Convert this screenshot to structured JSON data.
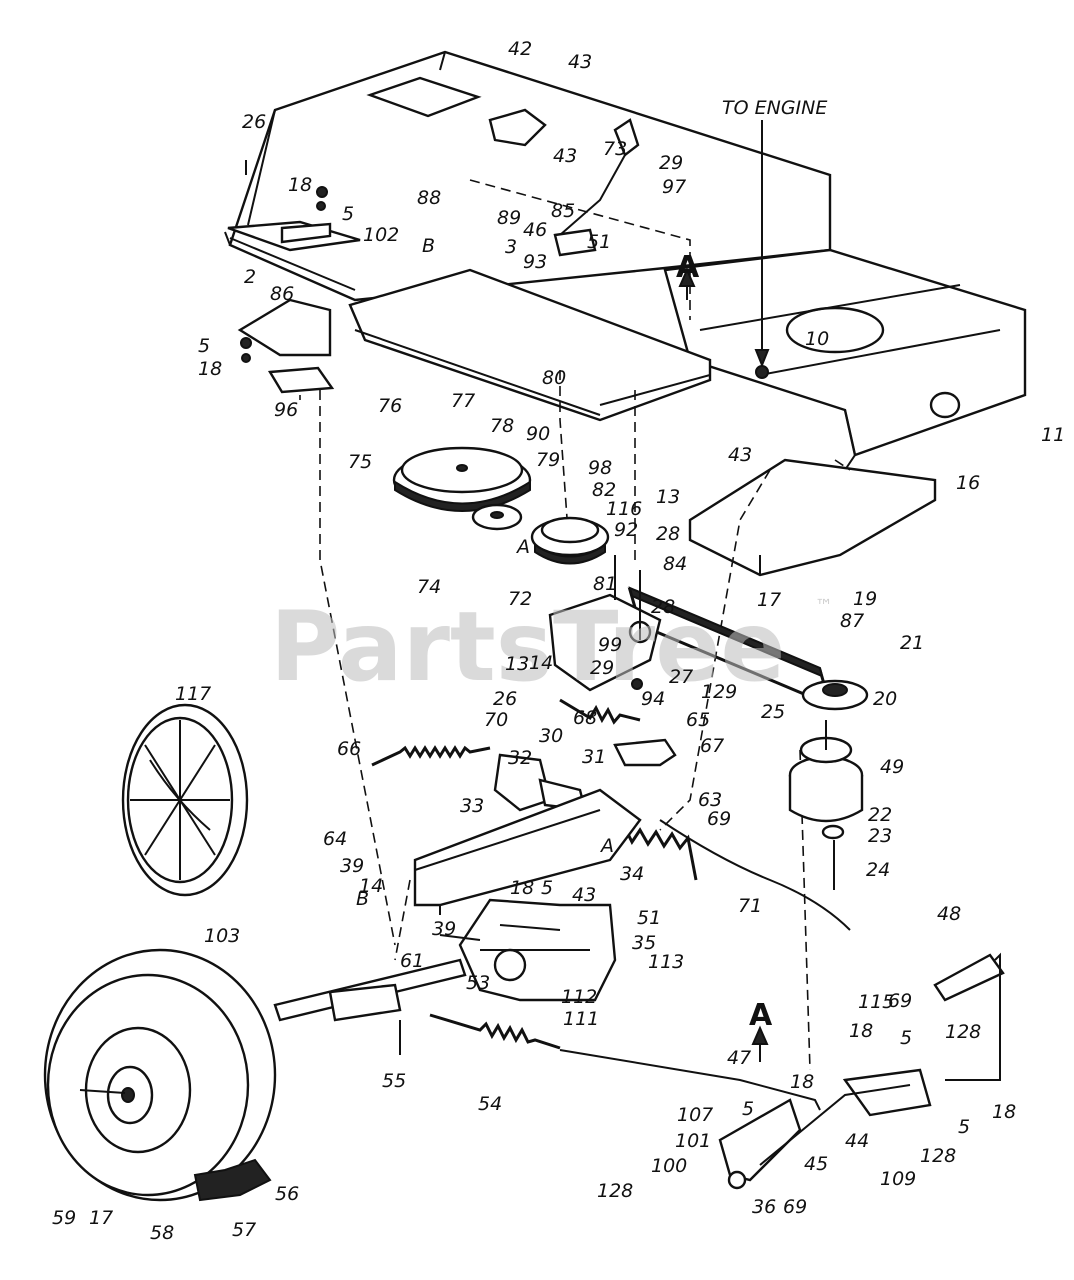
{
  "diagram": {
    "watermark": "PartsTree",
    "watermark_mark": "™",
    "annotation_to_engine": "TO ENGINE",
    "marker_a": "A",
    "labels": [
      {
        "id": "l42a",
        "text": "42"
      },
      {
        "id": "l43a",
        "text": "43"
      },
      {
        "id": "l26a",
        "text": "26"
      },
      {
        "id": "l73",
        "text": "73"
      },
      {
        "id": "l43b",
        "text": "43"
      },
      {
        "id": "l29a",
        "text": "29"
      },
      {
        "id": "l97",
        "text": "97"
      },
      {
        "id": "l88",
        "text": "88"
      },
      {
        "id": "l18a",
        "text": "18"
      },
      {
        "id": "l5a",
        "text": "5"
      },
      {
        "id": "l89",
        "text": "89"
      },
      {
        "id": "l85",
        "text": "85"
      },
      {
        "id": "l46",
        "text": "46"
      },
      {
        "id": "l51a",
        "text": "51"
      },
      {
        "id": "l102",
        "text": "102"
      },
      {
        "id": "lBa",
        "text": "B"
      },
      {
        "id": "l3",
        "text": "3"
      },
      {
        "id": "l93",
        "text": "93"
      },
      {
        "id": "l2",
        "text": "2"
      },
      {
        "id": "l86",
        "text": "86"
      },
      {
        "id": "l10",
        "text": "10"
      },
      {
        "id": "l5b",
        "text": "5"
      },
      {
        "id": "l18b",
        "text": "18"
      },
      {
        "id": "l96",
        "text": "96"
      },
      {
        "id": "l80",
        "text": "80"
      },
      {
        "id": "l76",
        "text": "76"
      },
      {
        "id": "l77",
        "text": "77"
      },
      {
        "id": "l78",
        "text": "78"
      },
      {
        "id": "l90",
        "text": "90"
      },
      {
        "id": "l11",
        "text": "11"
      },
      {
        "id": "l43c",
        "text": "43"
      },
      {
        "id": "l75",
        "text": "75"
      },
      {
        "id": "l79",
        "text": "79"
      },
      {
        "id": "l98",
        "text": "98"
      },
      {
        "id": "l82",
        "text": "82"
      },
      {
        "id": "l16",
        "text": "16"
      },
      {
        "id": "l116",
        "text": "116"
      },
      {
        "id": "l13a",
        "text": "13"
      },
      {
        "id": "l92",
        "text": "92"
      },
      {
        "id": "l28a",
        "text": "28"
      },
      {
        "id": "lAa",
        "text": "A"
      },
      {
        "id": "l74",
        "text": "74"
      },
      {
        "id": "l84",
        "text": "84"
      },
      {
        "id": "l81",
        "text": "81"
      },
      {
        "id": "l72",
        "text": "72"
      },
      {
        "id": "l17a",
        "text": "17"
      },
      {
        "id": "l19",
        "text": "19"
      },
      {
        "id": "l28b",
        "text": "28"
      },
      {
        "id": "l87",
        "text": "87"
      },
      {
        "id": "l99",
        "text": "99"
      },
      {
        "id": "l21",
        "text": "21"
      },
      {
        "id": "l13b",
        "text": "13"
      },
      {
        "id": "l14a",
        "text": "14"
      },
      {
        "id": "l29b",
        "text": "29"
      },
      {
        "id": "l27",
        "text": "27"
      },
      {
        "id": "l129",
        "text": "129"
      },
      {
        "id": "l117",
        "text": "117"
      },
      {
        "id": "l20",
        "text": "20"
      },
      {
        "id": "l94",
        "text": "94"
      },
      {
        "id": "l25",
        "text": "25"
      },
      {
        "id": "l26b",
        "text": "26"
      },
      {
        "id": "l68",
        "text": "68"
      },
      {
        "id": "l65",
        "text": "65"
      },
      {
        "id": "l70",
        "text": "70"
      },
      {
        "id": "l30",
        "text": "30"
      },
      {
        "id": "l67",
        "text": "67"
      },
      {
        "id": "l66",
        "text": "66"
      },
      {
        "id": "l32",
        "text": "32"
      },
      {
        "id": "l31",
        "text": "31"
      },
      {
        "id": "l49",
        "text": "49"
      },
      {
        "id": "l63",
        "text": "63"
      },
      {
        "id": "l33",
        "text": "33"
      },
      {
        "id": "l69a",
        "text": "69"
      },
      {
        "id": "l64",
        "text": "64"
      },
      {
        "id": "l22",
        "text": "22"
      },
      {
        "id": "l23",
        "text": "23"
      },
      {
        "id": "l39a",
        "text": "39"
      },
      {
        "id": "l14b",
        "text": "14"
      },
      {
        "id": "l34",
        "text": "34"
      },
      {
        "id": "l24",
        "text": "24"
      },
      {
        "id": "l18c",
        "text": "18"
      },
      {
        "id": "l5c",
        "text": "5"
      },
      {
        "id": "lAb",
        "text": "A"
      },
      {
        "id": "lBb",
        "text": "B"
      },
      {
        "id": "l43d",
        "text": "43"
      },
      {
        "id": "l71",
        "text": "71"
      },
      {
        "id": "l103",
        "text": "103"
      },
      {
        "id": "l39b",
        "text": "39"
      },
      {
        "id": "l51b",
        "text": "51"
      },
      {
        "id": "l35",
        "text": "35"
      },
      {
        "id": "l48",
        "text": "48"
      },
      {
        "id": "l61",
        "text": "61"
      },
      {
        "id": "l113",
        "text": "113"
      },
      {
        "id": "l53",
        "text": "53"
      },
      {
        "id": "l112",
        "text": "112"
      },
      {
        "id": "l111",
        "text": "111"
      },
      {
        "id": "l115",
        "text": "115"
      },
      {
        "id": "l69b",
        "text": "69"
      },
      {
        "id": "l128a",
        "text": "128"
      },
      {
        "id": "l18d",
        "text": "18"
      },
      {
        "id": "l5d",
        "text": "5"
      },
      {
        "id": "l55",
        "text": "55"
      },
      {
        "id": "l47",
        "text": "47"
      },
      {
        "id": "l54",
        "text": "54"
      },
      {
        "id": "l18e",
        "text": "18"
      },
      {
        "id": "l18f",
        "text": "18"
      },
      {
        "id": "l5e",
        "text": "5"
      },
      {
        "id": "l107",
        "text": "107"
      },
      {
        "id": "l5f",
        "text": "5"
      },
      {
        "id": "l128b",
        "text": "128"
      },
      {
        "id": "l101",
        "text": "101"
      },
      {
        "id": "l44",
        "text": "44"
      },
      {
        "id": "l100",
        "text": "100"
      },
      {
        "id": "l109",
        "text": "109"
      },
      {
        "id": "l45",
        "text": "45"
      },
      {
        "id": "l128c",
        "text": "128"
      },
      {
        "id": "l36",
        "text": "36"
      },
      {
        "id": "l69c",
        "text": "69"
      },
      {
        "id": "l59",
        "text": "59"
      },
      {
        "id": "l17b",
        "text": "17"
      },
      {
        "id": "l58",
        "text": "58"
      },
      {
        "id": "l57",
        "text": "57"
      },
      {
        "id": "l56",
        "text": "56"
      }
    ]
  }
}
